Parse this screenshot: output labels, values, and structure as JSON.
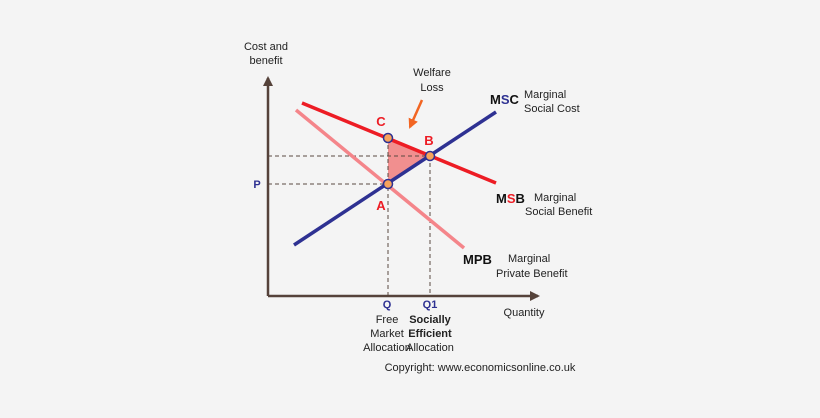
{
  "axes": {
    "y_label_line1": "Cost and",
    "y_label_line2": "benefit",
    "x_label": "Quantity"
  },
  "labels": {
    "welfare_loss_line1": "Welfare",
    "welfare_loss_line2": "Loss",
    "p": "P",
    "q": "Q",
    "q1": "Q1",
    "free_market_line1": "Free",
    "free_market_line2": "Market",
    "free_market_line3": "Allocation",
    "socially_efficient_line1": "Socially",
    "socially_efficient_line2": "Efficient",
    "socially_efficient_line3": "Allocation",
    "point_a": "A",
    "point_b": "B",
    "point_c": "C"
  },
  "curves": {
    "msc": {
      "abbr_pre": "M",
      "abbr_hi": "S",
      "abbr_post": "C",
      "name_line1": "Marginal",
      "name_line2": "Social Cost"
    },
    "msb": {
      "abbr_pre": "M",
      "abbr_hi": "S",
      "abbr_post": "B",
      "name_line1": "Marginal",
      "name_line2": "Social Benefit"
    },
    "mpb": {
      "abbr": "MPB",
      "name_line1": "Marginal",
      "name_line2": "Private Benefit"
    }
  },
  "copyright": "Copyright: www.economicsonline.co.uk",
  "colors": {
    "msc": "#2e3192",
    "msb": "#ed1c24",
    "mpb": "#f4858a",
    "welfare_fill": "#f07d7d",
    "arrow": "#f26522",
    "axis": "#55423a",
    "point_fill": "#f7a35c"
  }
}
